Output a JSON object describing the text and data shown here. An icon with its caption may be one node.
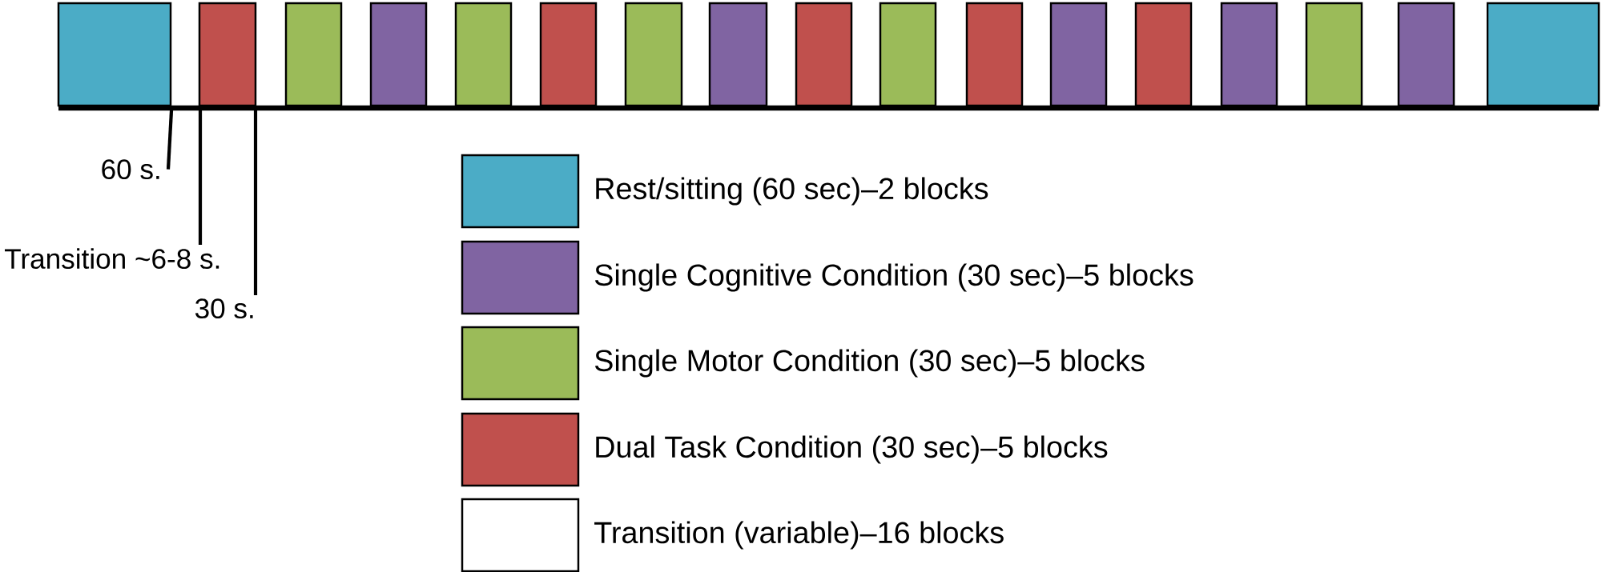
{
  "diagram": {
    "nodes": [
      {
        "text": [
          "60 s."
        ]
      },
      {
        "text": [
          "Transition ~6-8 s."
        ]
      },
      {
        "text": [
          "30 s."
        ]
      }
    ],
    "edges": [
      {
        "from": 0,
        "to": null,
        "arrow": "none"
      },
      {
        "from": 1,
        "to": null,
        "arrow": "none"
      },
      {
        "from": 2,
        "to": null,
        "arrow": "none"
      }
    ],
    "legend": [
      {
        "text": "Rest/sitting (60 sec)–2 blocks",
        "color": "#4bacc6"
      },
      {
        "text": "Single Cognitive Condition (30 sec)–5 blocks",
        "color": "#8064a2"
      },
      {
        "text": "Single Motor Condition (30 sec)–5 blocks",
        "color": "#9bbb59"
      },
      {
        "text": "Dual Task Condition (30 sec)–5 blocks",
        "color": "#c0504d"
      },
      {
        "text": "Transition (variable)–16 blocks"
      }
    ]
  }
}
